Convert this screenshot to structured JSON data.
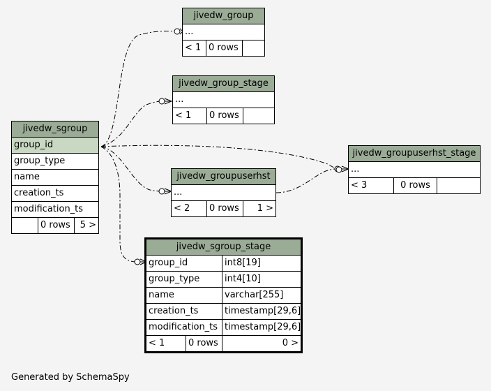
{
  "tables": {
    "jivedw_group": {
      "name": "jivedw_group",
      "placeholder": "...",
      "stats": {
        "parents": "< 1",
        "rows": "0 rows",
        "children": ""
      }
    },
    "jivedw_group_stage": {
      "name": "jivedw_group_stage",
      "placeholder": "...",
      "stats": {
        "parents": "< 1",
        "rows": "0 rows",
        "children": ""
      }
    },
    "jivedw_sgroup": {
      "name": "jivedw_sgroup",
      "columns": [
        "group_id",
        "group_type",
        "name",
        "creation_ts",
        "modification_ts"
      ],
      "stats": {
        "parents": "",
        "rows": "0 rows",
        "children": "5 >"
      }
    },
    "jivedw_groupuserhst": {
      "name": "jivedw_groupuserhst",
      "placeholder": "...",
      "stats": {
        "parents": "< 2",
        "rows": "0 rows",
        "children": "1 >"
      }
    },
    "jivedw_groupuserhst_stage": {
      "name": "jivedw_groupuserhst_stage",
      "placeholder": "...",
      "stats": {
        "parents": "< 3",
        "rows": "0 rows",
        "children": ""
      }
    },
    "jivedw_sgroup_stage": {
      "name": "jivedw_sgroup_stage",
      "columns": [
        {
          "name": "group_id",
          "type": "int8[19]"
        },
        {
          "name": "group_type",
          "type": "int4[10]"
        },
        {
          "name": "name",
          "type": "varchar[255]"
        },
        {
          "name": "creation_ts",
          "type": "timestamp[29,6]"
        },
        {
          "name": "modification_ts",
          "type": "timestamp[29,6]"
        }
      ],
      "stats": {
        "parents": "< 1",
        "rows": "0 rows",
        "children": "0 >"
      }
    }
  },
  "footer": "Generated by SchemaSpy",
  "colors": {
    "header": "#9aab96",
    "key_row": "#c9d8c2",
    "background": "#f4f4f4"
  }
}
